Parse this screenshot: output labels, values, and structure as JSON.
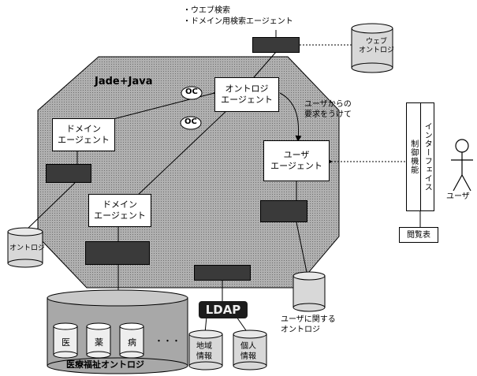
{
  "title": "Jade+Java",
  "notes": {
    "top_line1": "・ウエブ検索",
    "top_line2": "・ドメイン用検索エージェント"
  },
  "agents": {
    "ontology_agent": "オントロジ\nエージェント",
    "domain_agent_1": "ドメイン\nエージェント",
    "domain_agent_2": "ドメイン\nエージェント",
    "user_agent": "ユーザ\nエージェント"
  },
  "edge_labels": {
    "oc1": "OC",
    "oc2": "OC",
    "user_query": "ユーザからの\n要求をうけて"
  },
  "databases": {
    "top_right_db": "ウェブ\nオントロジ",
    "left_db": "オントロジ",
    "user_db_label": "ユーザに関する\nオントロジ"
  },
  "interface": {
    "col1": "制御機能",
    "col2": "インターフェイス",
    "user": "ユーザ",
    "manual": "閲覧表"
  },
  "ldap": "LDAP",
  "bottom": {
    "cells": [
      "医",
      "薬",
      "病"
    ],
    "ellipsis": "・・・",
    "label": "医療福祉オントロジ",
    "info1": "地域\n情報",
    "info2": "個人\n情報"
  },
  "colors": {
    "octagon_fill": "#9a9a9a",
    "dark_box": "#3a3a3a",
    "ldap_fill": "#1c1c1c",
    "db_fill": "#d8d8d8"
  }
}
